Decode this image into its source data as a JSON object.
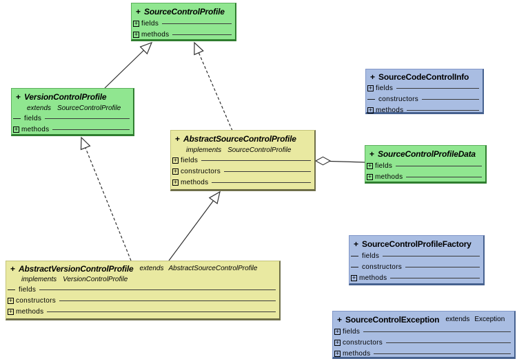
{
  "colors": {
    "background": "#ffffff",
    "interface_fill": "#90E690",
    "interface_border_dark": "#2F7D2F",
    "abstract_fill": "#E9E9A1",
    "abstract_border_dark": "#6E6E49",
    "class_fill": "#A9BDE2",
    "class_border_dark": "#46618F",
    "connector_color": "#2e2e2e"
  },
  "classes": [
    {
      "visibility": "+",
      "name": "SourceControlProfile",
      "kind": "interface",
      "rows": [
        {
          "icon": "expand-plus-icon",
          "label": "fields"
        },
        {
          "icon": "expand-plus-icon",
          "label": "methods"
        }
      ]
    },
    {
      "visibility": "+",
      "name": "VersionControlProfile",
      "kind": "interface",
      "clauses": [
        {
          "keyword": "extends",
          "type": "SourceControlProfile"
        }
      ],
      "rows": [
        {
          "icon": "empty-dash-icon",
          "label": "fields"
        },
        {
          "icon": "expand-plus-icon",
          "label": "methods"
        }
      ]
    },
    {
      "visibility": "+",
      "name": "AbstractSourceControlProfile",
      "kind": "abstract-class",
      "clauses": [
        {
          "keyword": "implements",
          "type": "SourceControlProfile"
        }
      ],
      "rows": [
        {
          "icon": "expand-plus-icon",
          "label": "fields"
        },
        {
          "icon": "expand-plus-icon",
          "label": "constructors"
        },
        {
          "icon": "expand-plus-icon",
          "label": "methods"
        }
      ]
    },
    {
      "visibility": "+",
      "name": "SourceCodeControlInfo",
      "kind": "class",
      "rows": [
        {
          "icon": "expand-plus-icon",
          "label": "fields"
        },
        {
          "icon": "empty-dash-icon",
          "label": "constructors"
        },
        {
          "icon": "expand-plus-icon",
          "label": "methods"
        }
      ]
    },
    {
      "visibility": "+",
      "name": "SourceControlProfileData",
      "kind": "interface",
      "rows": [
        {
          "icon": "expand-plus-icon",
          "label": "fields"
        },
        {
          "icon": "expand-plus-icon",
          "label": "methods"
        }
      ]
    },
    {
      "visibility": "+",
      "name": "AbstractVersionControlProfile",
      "kind": "abstract-class",
      "title_clause": {
        "keyword": "extends",
        "type": "AbstractSourceControlProfile"
      },
      "clauses": [
        {
          "keyword": "implements",
          "type": "VersionControlProfile"
        }
      ],
      "rows": [
        {
          "icon": "empty-dash-icon",
          "label": "fields"
        },
        {
          "icon": "expand-plus-icon",
          "label": "constructors"
        },
        {
          "icon": "expand-plus-icon",
          "label": "methods"
        }
      ]
    },
    {
      "visibility": "+",
      "name": "SourceControlProfileFactory",
      "kind": "class",
      "rows": [
        {
          "icon": "empty-dash-icon",
          "label": "fields"
        },
        {
          "icon": "empty-dash-icon",
          "label": "constructors"
        },
        {
          "icon": "expand-plus-icon",
          "label": "methods"
        }
      ]
    },
    {
      "visibility": "+",
      "name": "SourceControlException",
      "kind": "class",
      "title_clause": {
        "keyword": "extends",
        "type": "Exception"
      },
      "rows": [
        {
          "icon": "expand-plus-icon",
          "label": "fields"
        },
        {
          "icon": "expand-plus-icon",
          "label": "constructors"
        },
        {
          "icon": "expand-plus-icon",
          "label": "methods"
        }
      ]
    }
  ],
  "relations": [
    {
      "type": "generalization",
      "from": "VersionControlProfile",
      "to": "SourceControlProfile",
      "line": "solid",
      "end": "hollow-triangle"
    },
    {
      "type": "realization",
      "from": "AbstractSourceControlProfile",
      "to": "SourceControlProfile",
      "line": "dashed",
      "end": "hollow-triangle"
    },
    {
      "type": "realization",
      "from": "AbstractVersionControlProfile",
      "to": "VersionControlProfile",
      "line": "dashed",
      "end": "hollow-triangle"
    },
    {
      "type": "generalization",
      "from": "AbstractVersionControlProfile",
      "to": "AbstractSourceControlProfile",
      "line": "solid",
      "end": "hollow-triangle"
    },
    {
      "type": "aggregation",
      "from": "AbstractSourceControlProfile",
      "to": "SourceControlProfileData",
      "line": "solid",
      "end": "hollow-diamond"
    }
  ]
}
